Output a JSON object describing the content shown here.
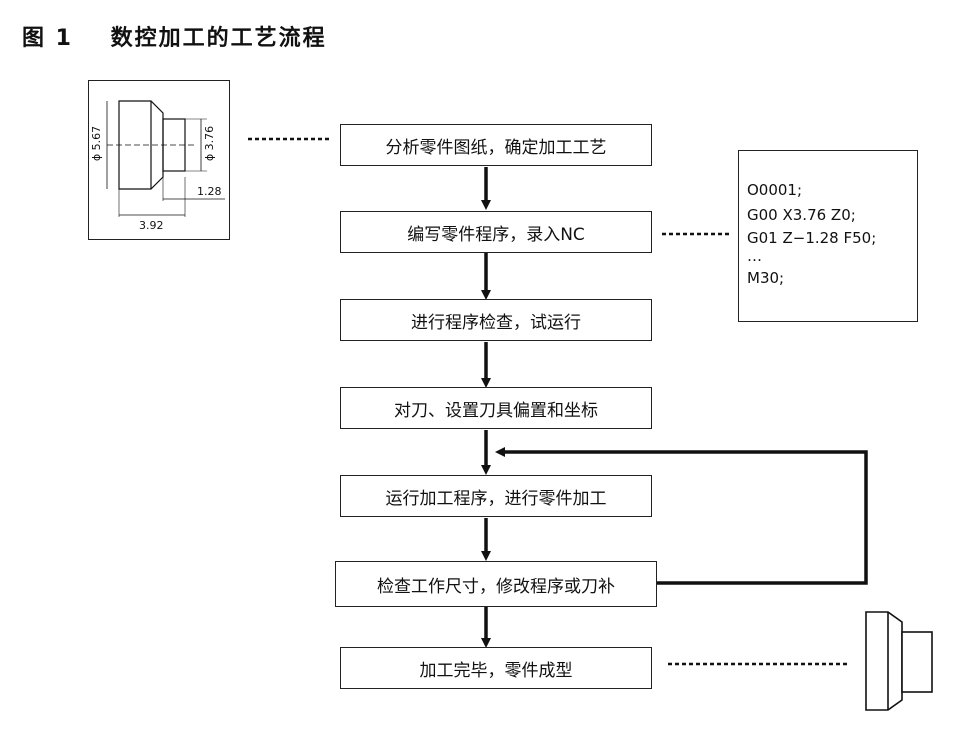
{
  "title": {
    "figure": "图 1",
    "text": "数控加工的工艺流程"
  },
  "steps": [
    "分析零件图纸，确定加工工艺",
    "编写零件程序，录入NC",
    "进行程序检查，试运行",
    "对刀、设置刀具偏置和坐标",
    "运行加工程序，进行零件加工",
    "检查工作尺寸，修改程序或刀补",
    "加工完毕，零件成型"
  ],
  "drawing": {
    "d_large": "ϕ 5.67",
    "d_small": "ϕ 3.76",
    "len_small": "1.28",
    "len_total": "3.92"
  },
  "code": [
    "O0001;",
    "G00 X3.76 Z0;",
    "G01 Z−1.28 F50;",
    "…",
    "M30;"
  ]
}
